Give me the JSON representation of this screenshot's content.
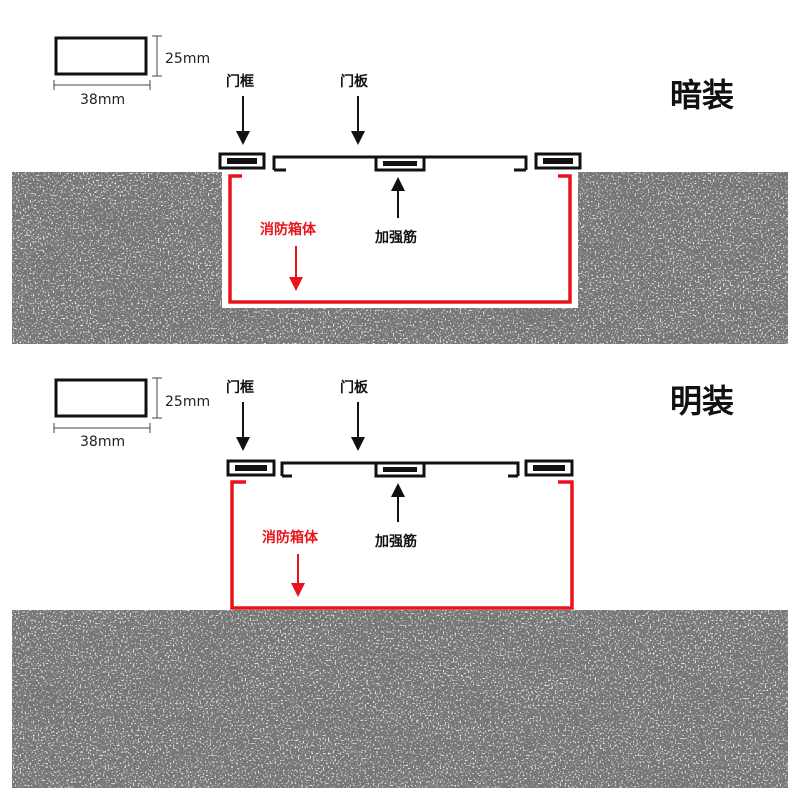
{
  "dimension_legend": {
    "height": "25mm",
    "width": "38mm"
  },
  "labels": {
    "door_frame": "门框",
    "door_panel": "门板",
    "stiffener": "加强筋",
    "cabinet_body": "消防箱体"
  },
  "sections": [
    {
      "title": "暗装",
      "mounting": "concealed"
    },
    {
      "title": "明装",
      "mounting": "surface"
    }
  ],
  "colors": {
    "cabinet": "#e8141b",
    "outline": "#111111",
    "concrete": "#a6a6a6"
  }
}
